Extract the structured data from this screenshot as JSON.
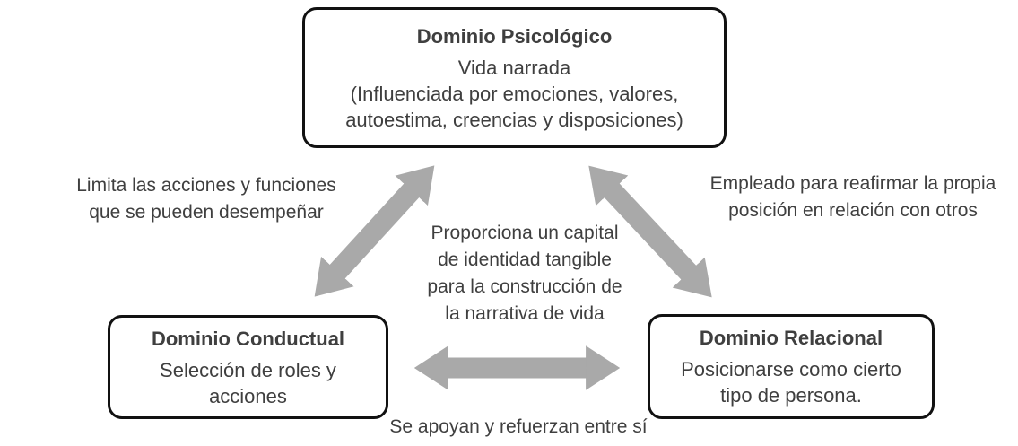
{
  "diagram": {
    "boxes": {
      "psychological": {
        "title": "Dominio Psicológico",
        "body": "Vida narrada\n(Influenciada por emociones, valores,\nautoestima, creencias y disposiciones)"
      },
      "behavioral": {
        "title": "Dominio Conductual",
        "body": "Selección de roles y\nacciones"
      },
      "relational": {
        "title": "Dominio Relacional",
        "body": "Posicionarse como cierto\ntipo de persona."
      }
    },
    "edge_labels": {
      "left": "Limita las acciones y funciones\nque se pueden desempeñar",
      "right": "Empleado para reafirmar la propia\nposición en relación con otros",
      "center": "Proporciona un capital\nde identidad tangible\npara la construcción de\nla narrativa de vida",
      "bottom": "Se apoyan y refuerzan entre sí"
    },
    "colors": {
      "arrow": "#a9a9a9",
      "box_border": "#111111",
      "text": "#3f3f3f",
      "background": "#ffffff"
    }
  }
}
